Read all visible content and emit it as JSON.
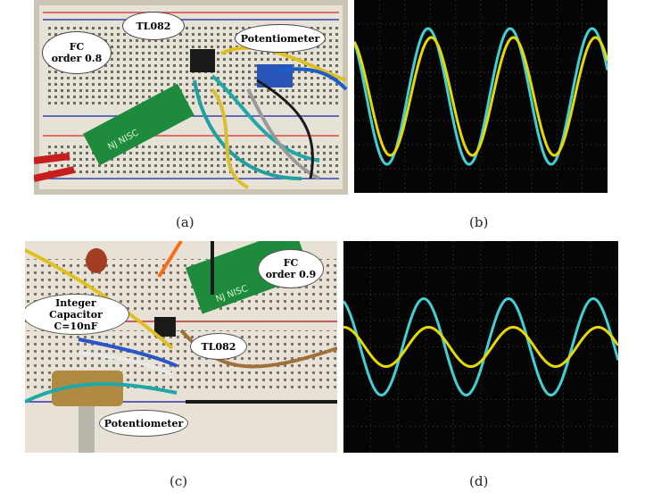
{
  "captions": {
    "a": "(a)",
    "b": "(b)",
    "c": "(c)",
    "d": "(d)"
  },
  "panel_a": {
    "label_fc": "FC\norder 0.8",
    "label_ic": "TL082",
    "label_pot": "Potentiometer",
    "board_text": "NJ NISC"
  },
  "panel_c": {
    "label_fc": "FC\norder 0.9",
    "label_cap": "Integer Capacitor\nC=10nF",
    "label_ic": "TL082",
    "label_pot": "Potentiometer",
    "board_text": "NJ NISC"
  },
  "colors": {
    "cyan": "#3fd0d8",
    "yellow": "#e8d800",
    "grid": "#5a5a5a"
  }
}
